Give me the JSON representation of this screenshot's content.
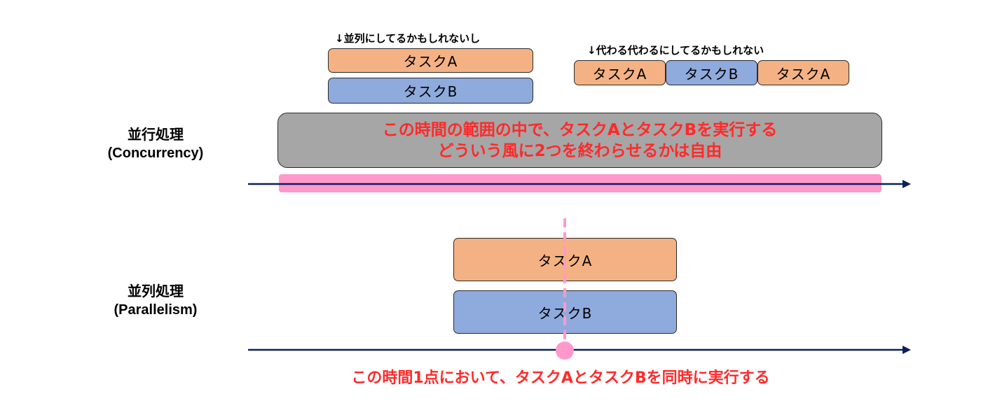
{
  "colors": {
    "task_a": "#f4b183",
    "task_b": "#8faadc",
    "range_box": "#a6a6a6",
    "highlight": "#ff99cc",
    "axis": "#0b1f5c",
    "emphasis_text": "#ff2a2a"
  },
  "concurrency": {
    "label_line1": "並行処理",
    "label_line2": "(Concurrency)",
    "parallel_caption": "↓並列にしてるかもしれないし",
    "alternating_caption": "↓代わる代わるにしてるかもしれない",
    "stacked_tasks": [
      "タスクA",
      "タスクB"
    ],
    "alternating_tasks": [
      "タスクA",
      "タスクB",
      "タスクA"
    ],
    "range_text_line1": "この時間の範囲の中で、タスクAとタスクBを実行する",
    "range_text_line2": "どういう風に2つを終わらせるかは自由"
  },
  "parallelism": {
    "label_line1": "並列処理",
    "label_line2": "(Parallelism)",
    "tasks": [
      "タスクA",
      "タスクB"
    ],
    "point_text": "この時間1点において、タスクAとタスクBを同時に実行する"
  }
}
